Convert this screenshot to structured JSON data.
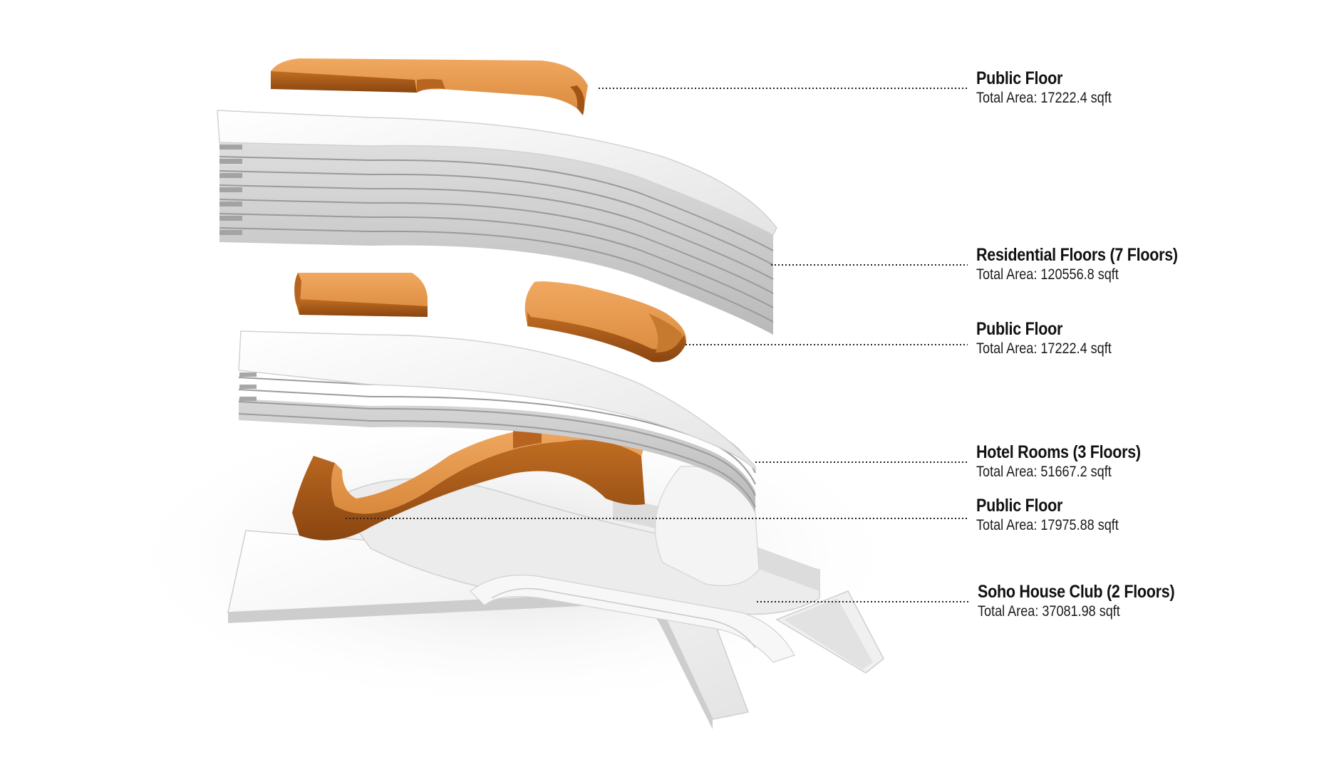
{
  "colors": {
    "accent": "#d9893c",
    "accent_dark": "#a8581a",
    "slab": "#f3f3f3",
    "slab_shadow": "#c9c9c9",
    "leader": "#222222"
  },
  "callouts": [
    {
      "title": "Public Floor",
      "area": "Total Area: 17222.4 sqft"
    },
    {
      "title": "Residential Floors (7 Floors)",
      "area": "Total Area: 120556.8 sqft"
    },
    {
      "title": "Public Floor",
      "area": "Total Area: 17222.4  sqft"
    },
    {
      "title": "Hotel Rooms (3 Floors)",
      "area": "Total Area: 51667.2 sqft"
    },
    {
      "title": "Public Floor",
      "area": "Total Area: 17975.88  sqft"
    },
    {
      "title": "Soho House Club (2 Floors)",
      "area": "Total Area: 37081.98  sqft"
    }
  ]
}
